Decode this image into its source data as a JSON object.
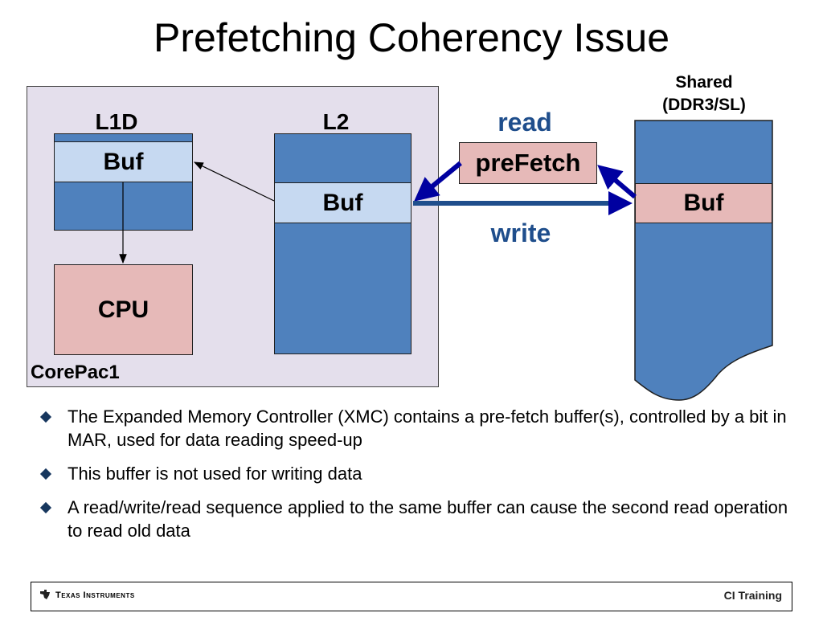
{
  "title": "Prefetching Coherency Issue",
  "diagram": {
    "corepac_label": "CorePac1",
    "l1d_label": "L1D",
    "l2_label": "L2",
    "shared_label": "Shared\n(DDR3/SL)",
    "l1d_buf": "Buf",
    "l2_buf": "Buf",
    "shared_buf": "Buf",
    "cpu": "CPU",
    "prefetch": "preFetch",
    "read_label": "read",
    "write_label": "write"
  },
  "bullets": [
    "The Expanded Memory Controller (XMC) contains a pre-fetch buffer(s), controlled by a bit in MAR, used for data reading speed-up",
    "This buffer is not used for writing data",
    "A read/write/read sequence applied to the same buffer can cause the second read operation to read old data"
  ],
  "footer": {
    "logo_text": "Texas Instruments",
    "right_text": "CI Training"
  },
  "colors": {
    "memory_blue": "#4f81bd",
    "buffer_light_blue": "#c6d9f1",
    "cpu_pink": "#e6b9b8",
    "corepac_bg": "#e4dfec",
    "arrow_dark_blue": "#0000a0",
    "label_blue": "#1f4e8c"
  }
}
